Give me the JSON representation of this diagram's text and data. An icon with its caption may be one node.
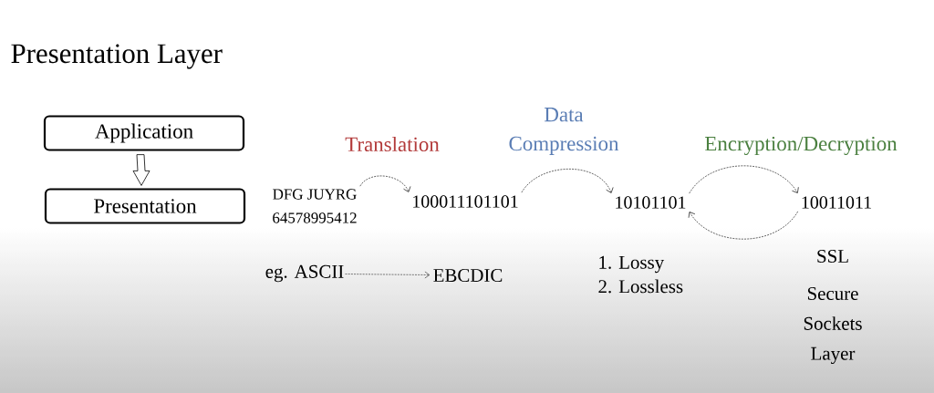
{
  "diagram": {
    "title": "Presentation Layer",
    "nodes": [
      {
        "text": [
          "Application"
        ]
      },
      {
        "text": [
          "Presentation"
        ]
      },
      {
        "text": [
          "DFG JUYRG",
          "64578995412"
        ]
      },
      {
        "text": [
          "100011101101"
        ]
      },
      {
        "text": [
          "10101101"
        ]
      },
      {
        "text": [
          "10011011"
        ]
      },
      {
        "text": [
          "eg. ASCII"
        ]
      },
      {
        "text": [
          "EBCDIC"
        ]
      }
    ],
    "edges": [
      {
        "from": 0,
        "to": 1,
        "arrow": "to"
      },
      {
        "from": 2,
        "to": 3,
        "arrow": "to",
        "style": "dashed",
        "label": "Translation"
      },
      {
        "from": 3,
        "to": 4,
        "arrow": "to",
        "style": "dashed",
        "label": "Data Compression"
      },
      {
        "from": 4,
        "to": 5,
        "arrow": "to",
        "style": "dashed",
        "label": "Encryption/Decryption"
      },
      {
        "from": 5,
        "to": 4,
        "arrow": "to",
        "style": "dashed"
      },
      {
        "from": 6,
        "to": 7,
        "arrow": "to",
        "style": "dashed"
      }
    ],
    "labels": [
      "1. Lossy",
      "2. Lossless",
      "SSL",
      "Secure Sockets Layer"
    ]
  }
}
